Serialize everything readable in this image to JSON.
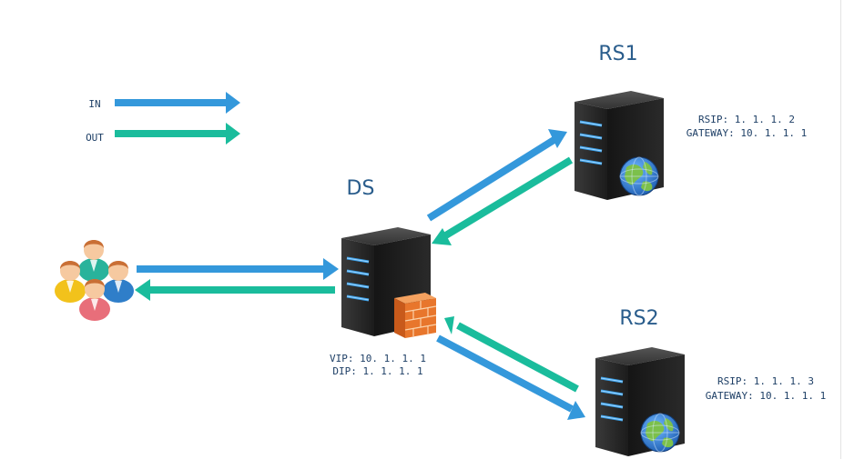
{
  "legend": {
    "in_label": "IN",
    "out_label": "OUT",
    "in_color": "#3498db",
    "out_color": "#1abc9c"
  },
  "nodes": {
    "ds": {
      "title": "DS",
      "vip": "VIP: 10. 1. 1. 1",
      "dip": "DIP: 1. 1. 1. 1"
    },
    "rs1": {
      "title": "RS1",
      "rsip": "RSIP: 1. 1. 1. 2",
      "gateway": "GATEWAY: 10. 1. 1. 1"
    },
    "rs2": {
      "title": "RS2",
      "rsip": "RSIP: 1. 1. 1. 3",
      "gateway": "GATEWAY: 10. 1. 1. 1"
    }
  },
  "icons": {
    "clients": "users-group-icon",
    "server": "server-icon",
    "firewall": "firewall-icon",
    "globe": "globe-icon"
  },
  "colors": {
    "server_body": "#2b2b2b",
    "server_light": "#3aa0e8",
    "firewall": "#e8762c",
    "globe_water": "#2e7fd6",
    "globe_land": "#7cc04b",
    "text": "#2a5d8c"
  }
}
